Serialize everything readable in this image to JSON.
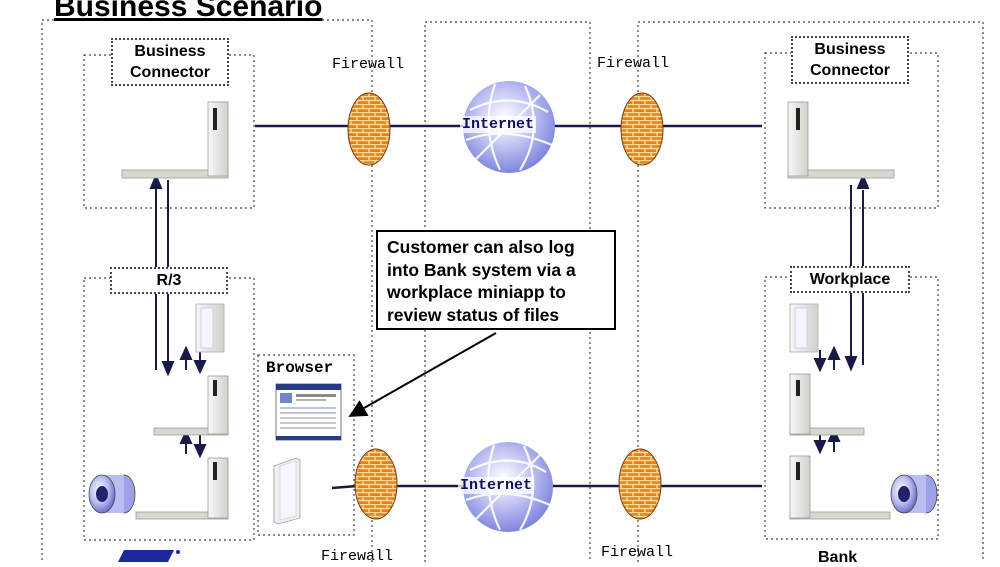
{
  "title": "Business Scenario",
  "labels": {
    "business_connector_left": "Business Connector",
    "business_connector_right": "Business Connector",
    "r3": "R/3",
    "workplace": "Workplace",
    "browser": "Browser"
  },
  "firewalls": {
    "top_left": "Firewall",
    "top_right": "Firewall",
    "bottom_left": "Firewall",
    "bottom_right": "Firewall"
  },
  "internet": {
    "top": "Internet",
    "bottom": "Internet"
  },
  "callout": "Customer can also log into Bank system via a workplace miniapp to review status of files",
  "bottom_label_right": "Bank",
  "colors": {
    "line": "#1a1a4a",
    "globe": "#8f94e6",
    "firewall": "#e8892a",
    "brick_mortar": "#f3d48a",
    "server": "#e9ece8",
    "logo": "#1a2a9a"
  }
}
